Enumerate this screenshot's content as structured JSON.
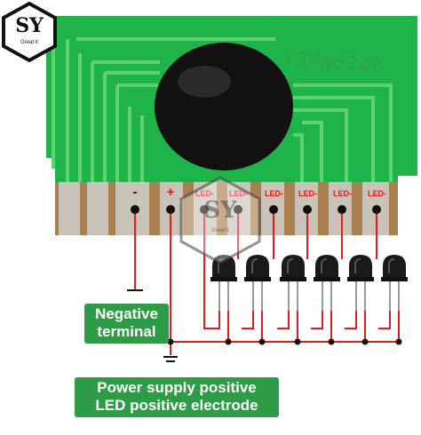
{
  "board": {
    "pcb_color": "#1fb44a",
    "trace_color": "#5fd16f",
    "pad_color": "#c9c2b8",
    "blob_color": "#111111",
    "marking": "YSMN5222",
    "pins": [
      "-",
      "+",
      "LED-",
      "LED-",
      "LED-",
      "LED-",
      "LED-",
      "LED-"
    ]
  },
  "wire_color": "#e11d1d",
  "leds": {
    "count": 6,
    "body_color": "#1a1a1a"
  },
  "labels": {
    "negative": [
      "Negative",
      "terminal"
    ],
    "positive": [
      "Power supply positive",
      "LED positive electrode"
    ]
  },
  "logo": {
    "letters": "SY",
    "tagline": "Great it"
  },
  "watermark": {
    "letters": "SY",
    "tagline": "Great it"
  }
}
